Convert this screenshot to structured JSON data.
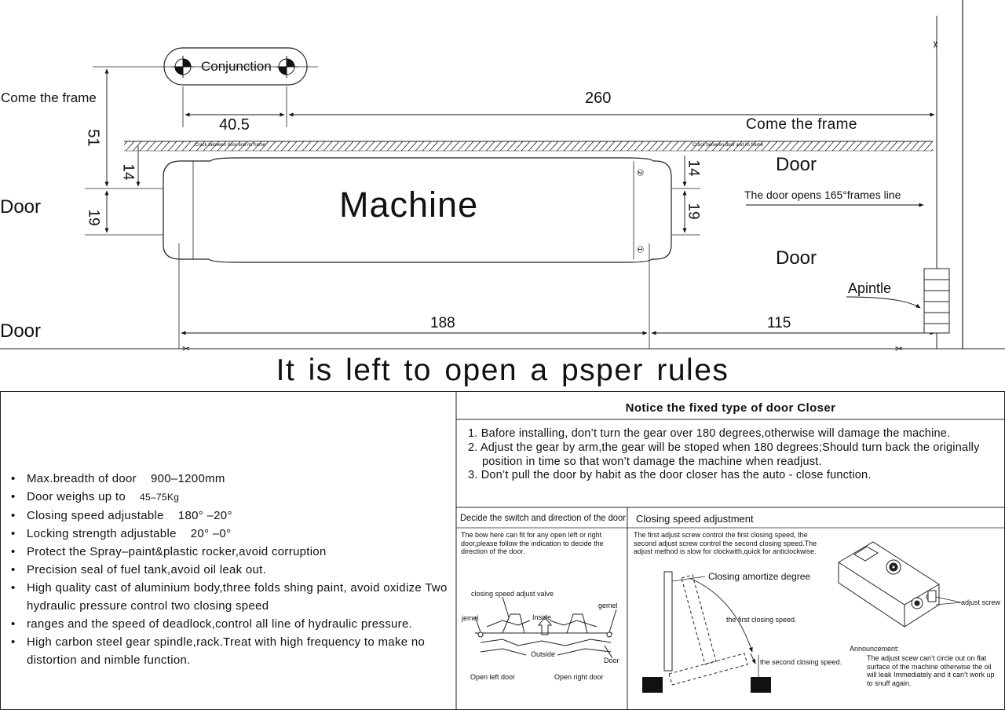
{
  "top_diagram": {
    "conjunction_label": "Conjunction",
    "come_the_frame_left": "Come the frame",
    "come_the_frame_right": "Come the frame",
    "dim_51": "51",
    "dim_40_5": "40.5",
    "dim_260": "260",
    "dim_14_left": "14",
    "dim_19_left": "19",
    "dim_14_right": "14",
    "dim_19_right": "19",
    "dim_188": "188",
    "dim_115": "115",
    "crack_label_left": "Crack between door and its frame",
    "crack_label_right": "Crack between door and its frame",
    "machine_label": "Machine",
    "door_labels": [
      "Door",
      "Door",
      "Door",
      "Door"
    ],
    "opens_label": "The door opens 165°frames line",
    "apintle_label": "Apintle",
    "circle_num_1": "①",
    "circle_num_2": "②"
  },
  "main_title": "It is left to open a psper rules",
  "features": [
    {
      "text": "Max.breadth of door",
      "value": "900–1200mm"
    },
    {
      "text": "Door weighs up to",
      "value_small": "45–75Kg"
    },
    {
      "text": "Closing speed adjustable",
      "value": "180°  –20°"
    },
    {
      "text": "Locking strength adjustable",
      "value": "20°  –0°"
    },
    {
      "text": "Protect the Spray–paint&plastic rocker,avoid corruption"
    },
    {
      "text": "Precision seal of fuel tank,avoid oil leak out."
    },
    {
      "text": "High quality cast of aluminium body,three folds shing paint, avoid oxidize Two hydraulic pressure control two closing speed"
    },
    {
      "text": "ranges and the speed of deadlock,control all line of hydraulic pressure."
    },
    {
      "text": "High carbon steel gear spindle,rack.Treat with high frequency to make no distortion and nimble function."
    }
  ],
  "notice": {
    "title": "Notice the fixed type of door Closer",
    "items": [
      "1. Bafore installing,  don’t turn the gear over 180 degrees,otherwise will damage the machine.",
      "2. Adjust the gear by arm,the gear will be stoped when 180 degrees;Should turn back the originally position in time so that won’t damage the machine when readjust.",
      "3. Don’t pull the door by habit as the door closer has the auto - close function."
    ]
  },
  "switch_panel": {
    "title": "Decide the switch and direction of the door",
    "desc": "The bow here can fit for any open left or right door,please follow the indication to decide the direction of the door.",
    "valve_label": "closing speed adjust valve",
    "jemel_label": "jemel",
    "gemel_label": "gemel",
    "inside_label": "Inside",
    "outside_label": "Outside",
    "door_label": "Door",
    "open_left": "Open left door",
    "open_right": "Open right door"
  },
  "speed_panel": {
    "title": "Closing speed adjustment",
    "desc": "The first adjust screw control the first closing speed, the second adjust screw control the second closing speed.The adjust method is slow for clockwith,quick for anticlockwise.",
    "amortize_label": "Closing amortize degree",
    "first_speed": "the first closing speed.",
    "second_speed": "the second closing speed.",
    "adjust_screw": "adjust screw",
    "announcement_title": "Announcement:",
    "announcement_text": "The adjust scew can’t circle out on flat surface of the machine otherwise the oil will leak Immediately and it can’t work up to snuff again."
  }
}
